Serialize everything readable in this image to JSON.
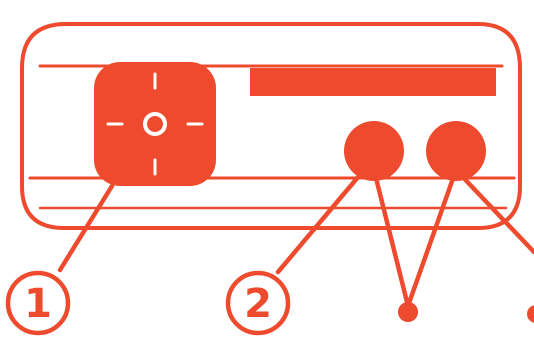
{
  "accent_color": "#ee4b2e",
  "background_color": "#ffffff",
  "device": {
    "icons": {
      "control_pad": "control-pad-icon",
      "center_dot": "target-icon",
      "slot": "display-slot",
      "buttons": "round-button-icon"
    }
  },
  "callouts": [
    {
      "label": "1"
    },
    {
      "label": "2"
    }
  ]
}
